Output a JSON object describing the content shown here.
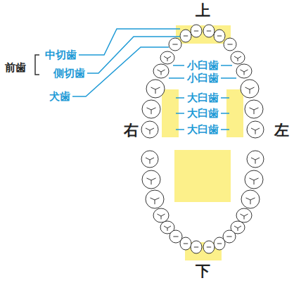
{
  "diagram": {
    "labels": [
      "上",
      "前歯",
      "中切歯",
      "側切歯",
      "小臼歯",
      "小臼歯",
      "犬歯",
      "大臼歯",
      "大臼歯",
      "右",
      "大臼歯",
      "左",
      "下"
    ]
  }
}
